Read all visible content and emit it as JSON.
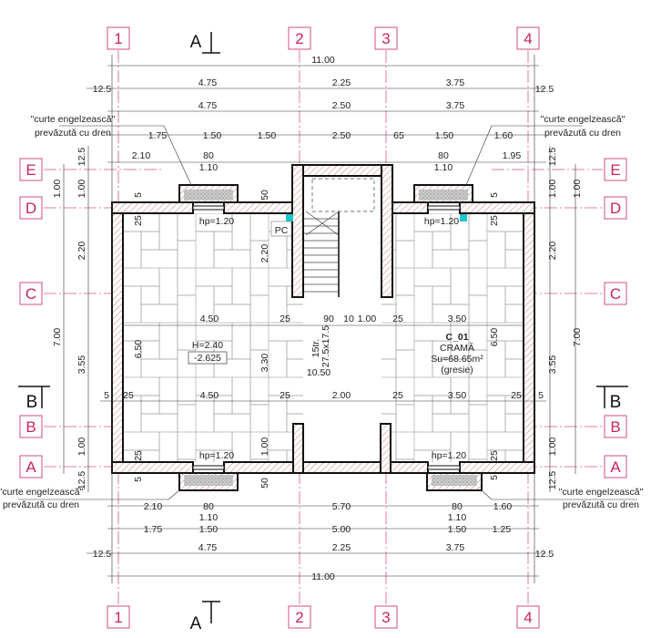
{
  "grid": {
    "columns": [
      "1",
      "2",
      "3",
      "4"
    ],
    "rows": [
      "E",
      "D",
      "C",
      "B",
      "A"
    ],
    "color": "#c8245e"
  },
  "sections": {
    "a": "A",
    "b": "B"
  },
  "notes": {
    "light_well": [
      "\"curte engelzească\"",
      "prevăzută cu dren"
    ]
  },
  "dims": {
    "top_total": "11.00",
    "top_row1": [
      "12.5",
      "4.75",
      "2.25",
      "3.75",
      "12.5"
    ],
    "top_row2": [
      "4.75",
      "2.50",
      "3.75"
    ],
    "top_row3": [
      "1.75",
      "1.50",
      "1.50",
      "2.50",
      "65",
      "1.50",
      "1.60"
    ],
    "top_row4": [
      "2.10",
      "80",
      "1.10",
      "80",
      "1.10",
      "1.95"
    ],
    "bottom_row1": [
      "2.10",
      "80",
      "1.10",
      "5.70",
      "80",
      "1.10",
      "1.60"
    ],
    "bottom_row2": [
      "1.75",
      "1.50",
      "5.00",
      "1.50",
      "1.25"
    ],
    "bottom_row3": [
      "12.5",
      "4.75",
      "2.25",
      "3.75",
      "12.5"
    ],
    "bottom_total": "11.00",
    "left_outer": [
      "1.00",
      "7.00"
    ],
    "left_inner": [
      "12.5",
      "1.00",
      "2.20",
      "3.55",
      "1.00",
      "12.5"
    ],
    "right_inner": [
      "12.5",
      "1.00",
      "2.20",
      "3.55",
      "1.00",
      "12.5"
    ],
    "right_outer": [
      "1.00",
      "7.00"
    ],
    "interior_row1": [
      "4.50",
      "25",
      "90",
      "10",
      "1.00",
      "25",
      "3.50"
    ],
    "interior_row2": [
      "5",
      "25",
      "4.50",
      "25",
      "2.00",
      "25",
      "3.50",
      "25",
      "5"
    ],
    "interior_misc": [
      "5",
      "50",
      "25",
      "2.20",
      "6.50",
      "3.30",
      "1.00",
      "25",
      "5",
      "50",
      "5",
      "25",
      "25",
      "5",
      "6.50"
    ]
  },
  "windows": {
    "sill": "hp=1.20"
  },
  "room_left": {
    "height": "H=2.40",
    "level": "-2.625",
    "pc": "PC"
  },
  "stairs": {
    "steps": "15tr.",
    "step_size": "27.5x17.5",
    "length": "10.50"
  },
  "room": {
    "code": "C_01",
    "name": "CRAMĂ",
    "area": "Su=68.65m²",
    "finish": "(gresie)"
  },
  "colors": {
    "grid": "#d85a86",
    "accent_fixture": "#1fc7c9"
  }
}
